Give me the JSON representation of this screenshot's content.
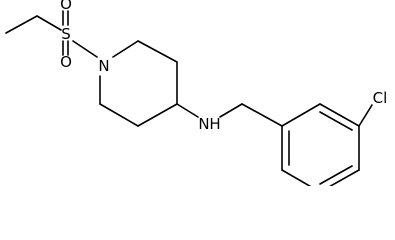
{
  "atoms": {
    "sulfur": "S",
    "oxygen_upper": "O",
    "oxygen_lower": "O",
    "nitrogen_ring": "N",
    "nitrogen_amine": "N",
    "hydrogen_amine": "H",
    "chlorine": "Cl"
  },
  "colors": {
    "bond": "#000000",
    "label": "#000000",
    "background": "#ffffff"
  }
}
